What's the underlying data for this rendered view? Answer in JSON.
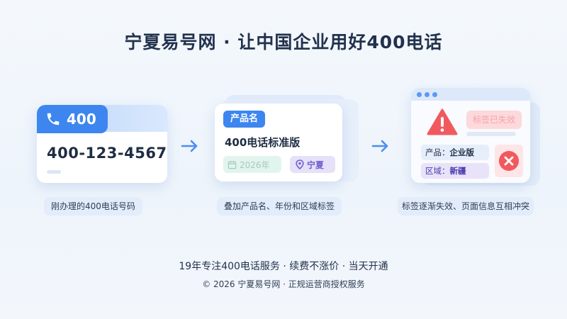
{
  "title": "宁夏易号网 · 让中国企业用好400电话",
  "card1": {
    "badge": "400",
    "number": "400-123-4567",
    "caption": "刚办理的400电话号码"
  },
  "card2": {
    "tag": "产品名",
    "product": "400电话标准版",
    "year": "2026年",
    "region": "宁夏",
    "caption": "叠加产品名、年份和区域标签"
  },
  "card3": {
    "status": "标签已失效",
    "product_label": "产品：",
    "product_value": "企业版",
    "region_label": "区域：",
    "region_value": "新疆",
    "caption": "标签逐渐失效、页面信息互相冲突"
  },
  "footer": {
    "line1": "19年专注400电话服务 · 续费不涨价 · 当天开通",
    "line2": "© 2026 宁夏易号网 · 正规运营商授权服务"
  },
  "colors": {
    "accent": "#3d86f0",
    "error": "#f05a5f",
    "region_purple": "#6f5fd1"
  },
  "icons": [
    "phone-icon",
    "arrow-right-icon",
    "calendar-icon",
    "location-pin-icon",
    "warning-icon",
    "close-circle-icon"
  ]
}
